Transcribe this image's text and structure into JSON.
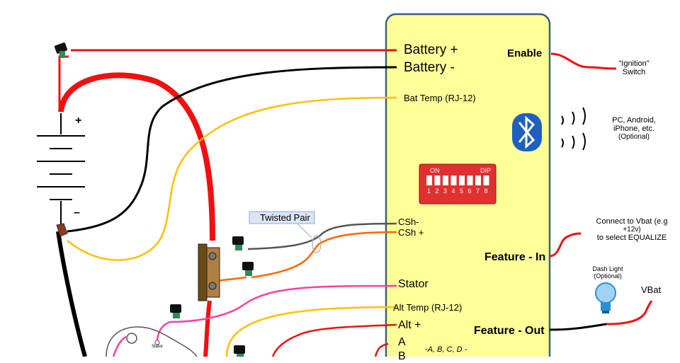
{
  "controller": {
    "battery_pos": "Battery +",
    "battery_neg": "Battery -",
    "bat_temp": "Bat Temp (RJ-12)",
    "csh_neg": "CSh-",
    "csh_pos": "CSh +",
    "stator": "Stator",
    "alt_temp": "Alt Temp (RJ-12)",
    "alt_pos": "Alt +",
    "a_label": "A",
    "b_label": "B",
    "feature_list": "-A, B, C, D -",
    "enable": "Enable",
    "feature_in": "Feature - In",
    "feature_out": "Feature - Out"
  },
  "ignition": {
    "line1": "\"Ignition\"",
    "line2": "Switch"
  },
  "bluetooth": {
    "line1": "PC, Android,",
    "line2": "iPhone, etc.",
    "line3": "(Optional)"
  },
  "dip": {
    "on": "ON",
    "dip": "DIP",
    "numbers": [
      "1",
      "2",
      "3",
      "4",
      "5",
      "6",
      "7",
      "8"
    ]
  },
  "equalize": {
    "line1": "Connect to Vbat (e.g",
    "line2": "+12v)",
    "line3": "to select EQUALIZE"
  },
  "dash_light": {
    "line1": "Dash Light",
    "line2": "(Optional)"
  },
  "vbat": "VBat",
  "twisted_pair": "Twisted Pair",
  "battery_plus": "+",
  "battery_minus": "–",
  "stator_small": "Stator",
  "colors": {
    "red": "#f01010",
    "black": "#000000",
    "yellow": "#ffc000",
    "gray": "#555555",
    "orange": "#ff6600",
    "pink": "#ff3fa0",
    "panel": "#ffff99",
    "panel_border": "#385d8a"
  }
}
